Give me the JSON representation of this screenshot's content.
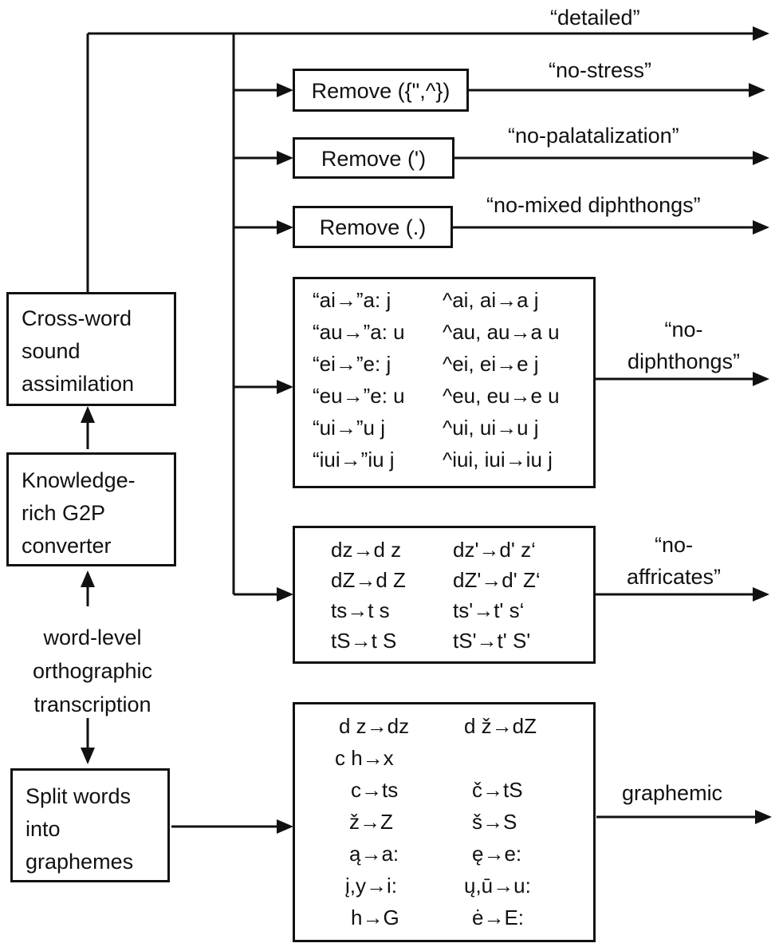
{
  "left_chain": {
    "cross_word": "Cross-word\nsound\nassimilation",
    "g2p": "Knowledge-\nrich G2P\nconverter",
    "input": "word-level\northographic\ntranscription",
    "split": "Split words\ninto\ngraphemes"
  },
  "outputs": {
    "detailed": "“detailed”",
    "no_stress": "“no-stress”",
    "no_palatalization": "“no-palatalization”",
    "no_mixed": "“no-mixed diphthongs”",
    "no_diphthongs": "“no-\ndiphthongs”",
    "no_affricates": "“no-\naffricates”",
    "graphemic": "graphemic"
  },
  "remove_boxes": {
    "stress": "Remove ({\",^})",
    "palatalization": "Remove (')",
    "mixed": "Remove (.)"
  },
  "diphthong_rules": [
    [
      "“ai→”a: j",
      "^ai, ai→a j"
    ],
    [
      "“au→”a: u",
      "^au, au→a u"
    ],
    [
      "“ei→”e: j",
      "^ei, ei→e j"
    ],
    [
      "“eu→”e: u",
      "^eu, eu→e u"
    ],
    [
      "“ui→”u j",
      "^ui, ui→u j"
    ],
    [
      "“iui→”iu j",
      "^iui, iui→iu j"
    ]
  ],
  "affricate_rules": [
    [
      "dz→d z",
      "dz'→d' z‘"
    ],
    [
      "dZ→d Z",
      "dZ'→d' Z‘"
    ],
    [
      "ts→t s",
      "ts'→t' s‘"
    ],
    [
      "tS→t S",
      "tS'→t' S'"
    ]
  ],
  "grapheme_rules": [
    [
      "d z→dz",
      "d ž→dZ"
    ],
    [
      "c h→x",
      ""
    ],
    [
      "c→ts",
      "č→tS"
    ],
    [
      "ž→Z",
      "š→S"
    ],
    [
      "ą→a:",
      "ę→e:"
    ],
    [
      "į,y→i:",
      "ų,ū→u:"
    ],
    [
      "h→G",
      "ė→E:"
    ]
  ]
}
